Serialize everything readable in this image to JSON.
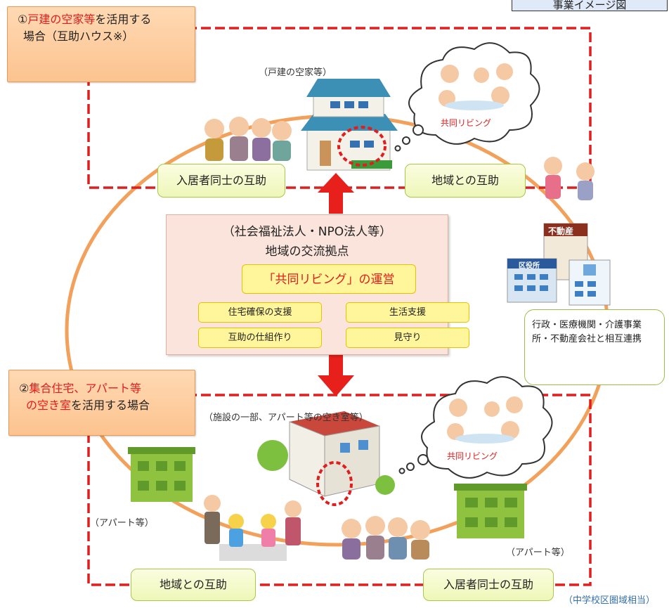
{
  "header_tag": "事業イメージ図",
  "case1": {
    "num": "①",
    "red": "戸建の空家等",
    "rest1": "を活用する",
    "line2": "場合（互助ハウス※）"
  },
  "case2": {
    "num": "②",
    "red1": "集合住宅、アパート等",
    "red2": "の空き室",
    "rest": "を活用する場合"
  },
  "captions": {
    "house": "（戸建の空家等）",
    "facility": "（施設の一部、アパート等の空き室等）",
    "apartment_left": "（アパート等）",
    "apartment_right": "（アパート等）",
    "school_area": "（中学校区圏域相当）"
  },
  "mutual_help": {
    "residents_top": "入居者同士の互助",
    "community_top": "地域との互助",
    "community_bottom": "地域との互助",
    "residents_bottom": "入居者同士の互助"
  },
  "bubbles": {
    "top": "共同リビング",
    "bottom": "共同リビング"
  },
  "hub": {
    "line1": "（社会福祉法人・NPO法人等）",
    "line2": "地域の交流拠点",
    "operation": "「共同リビング」の運営",
    "items": [
      "住宅確保の支援",
      "生活支援",
      "互助の仕組作り",
      "見守り"
    ]
  },
  "buildings": {
    "real_estate": "不動産",
    "city_office": "区役所"
  },
  "note": "行政・医療機関・介護事業所・不動産会社と相互連携",
  "colors": {
    "dashed_red": "#e11d1d",
    "ring_orange": "#f2a05a",
    "arrow_red": "#e8201c"
  }
}
